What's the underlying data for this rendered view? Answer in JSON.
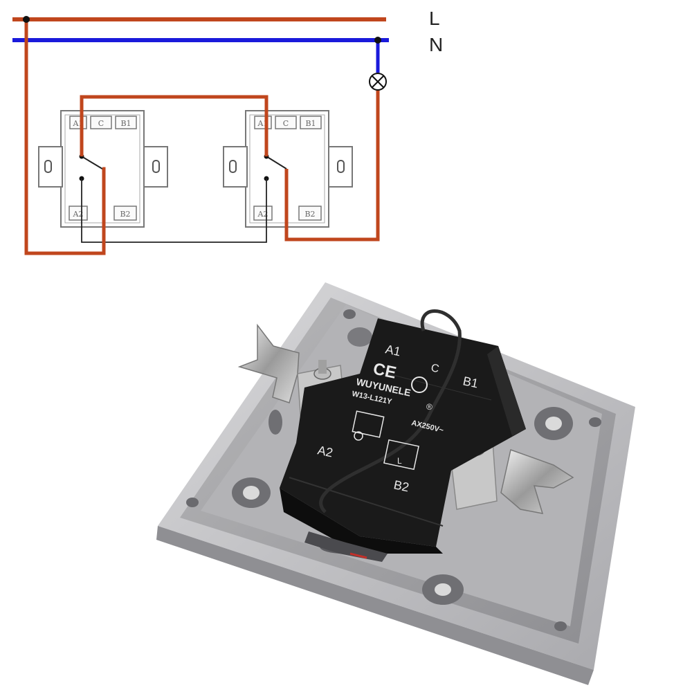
{
  "diagram": {
    "bus_labels": {
      "live": "L",
      "neutral": "N"
    },
    "switch_terminals": {
      "top_left": "A1",
      "top_mid": "C",
      "top_right": "B1",
      "bottom_left": "A2",
      "bottom_right": "B2"
    },
    "colors": {
      "live_wire": "#c0461d",
      "neutral_wire": "#1a1adb",
      "traveler_wire": "#222222",
      "outline": "#777777"
    }
  },
  "product": {
    "terminals": {
      "a1": "A1",
      "c": "C",
      "b1": "B1",
      "a2": "A2",
      "b2": "B2",
      "l": "L"
    },
    "marks": {
      "ce": "CE"
    },
    "brand": "WUYUNELE",
    "model": "W13-L121Y",
    "rating": "AX250V~",
    "registered": "®"
  }
}
